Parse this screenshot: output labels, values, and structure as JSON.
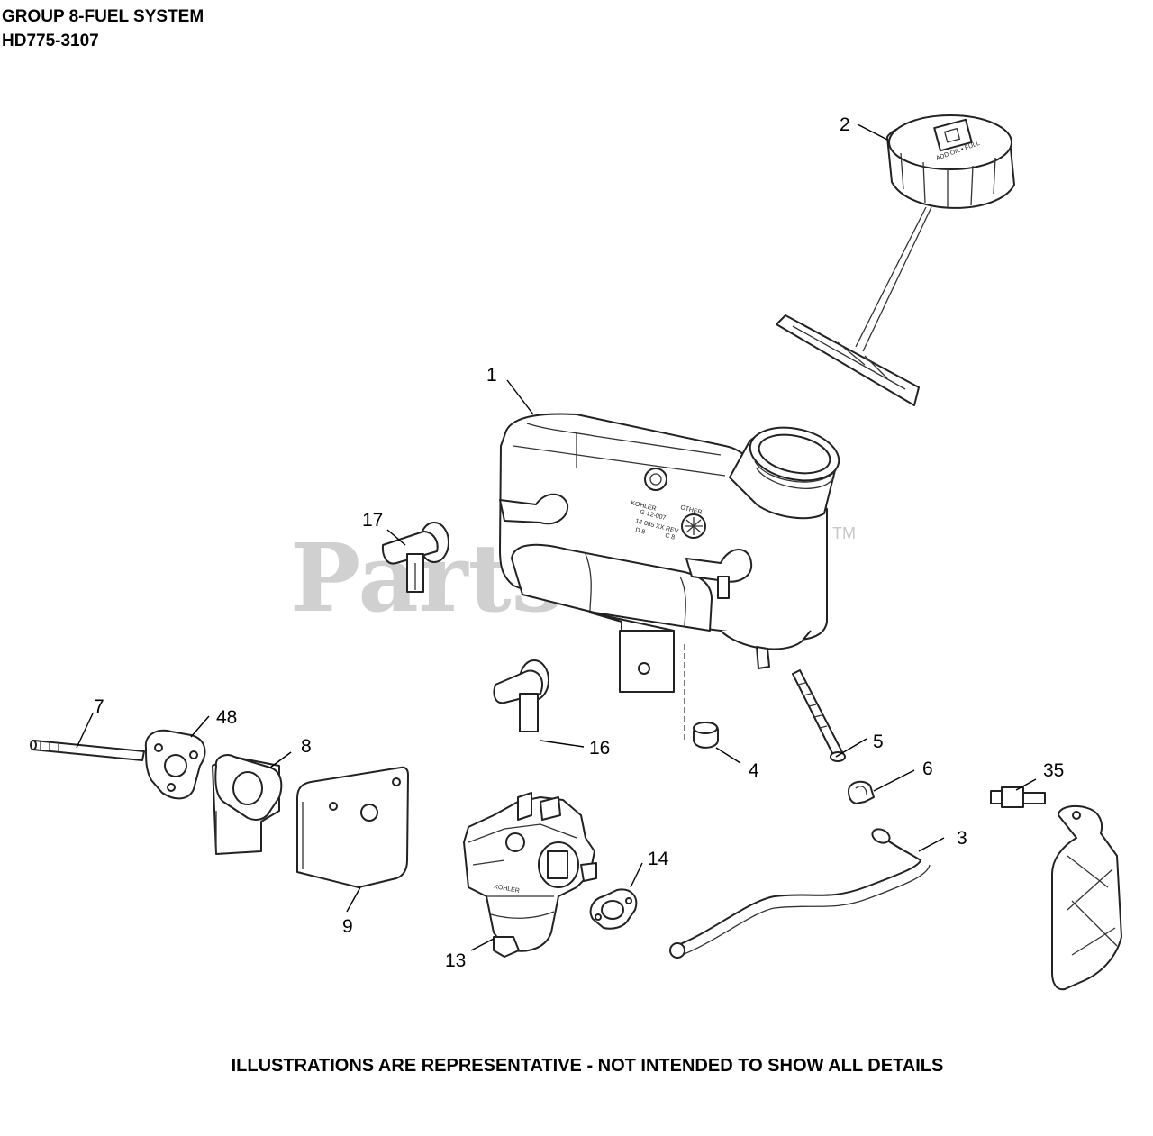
{
  "header": {
    "title": "GROUP 8-FUEL SYSTEM",
    "model": "HD775-3107"
  },
  "watermark": {
    "text": "PartsTree",
    "tm": "TM"
  },
  "tank_labels": [
    "KOHLER",
    "G-12-007",
    "14 085 XX REV",
    "D 8",
    "C 8",
    "OTHER"
  ],
  "cap_text": "ADD OIL • FULL",
  "carb_label": "KOHLER",
  "callouts": [
    "1",
    "2",
    "3",
    "4",
    "5",
    "6",
    "7",
    "8",
    "9",
    "13",
    "14",
    "16",
    "17",
    "35",
    "48"
  ],
  "footer": "ILLUSTRATIONS ARE REPRESENTATIVE - NOT INTENDED TO SHOW ALL DETAILS",
  "colors": {
    "line": "#222222",
    "watermark": "#d0d0d0",
    "background": "#ffffff"
  }
}
